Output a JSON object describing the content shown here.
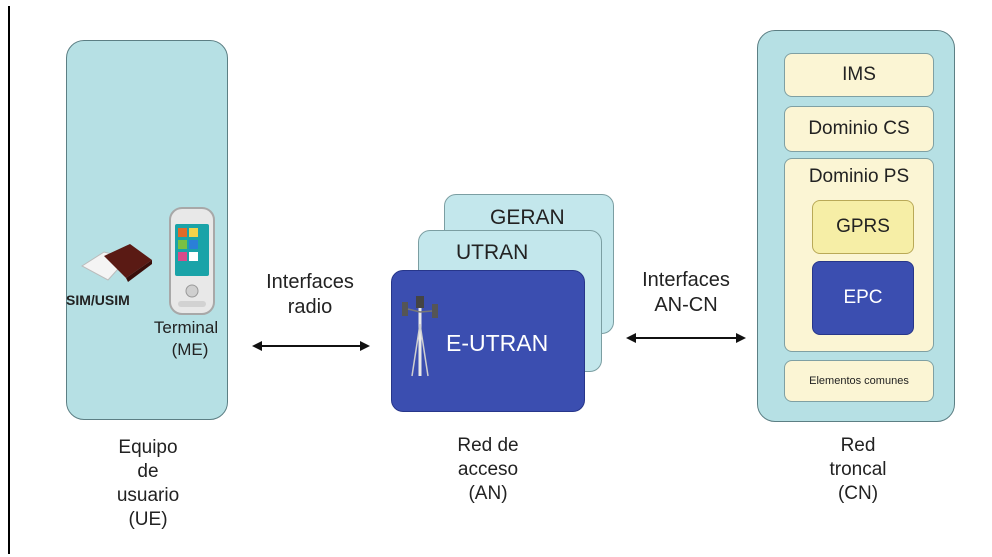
{
  "ue": {
    "sim_label": "SIM/USIM",
    "terminal_label": "Terminal",
    "me_label": "(ME)",
    "caption": [
      "Equipo",
      "de",
      "usuario",
      "(UE)"
    ]
  },
  "radio_interface": {
    "label": [
      "Interfaces",
      "radio"
    ]
  },
  "an": {
    "networks": [
      "GERAN",
      "UTRAN",
      "E-UTRAN"
    ],
    "caption": [
      "Red de",
      "acceso",
      "(AN)"
    ]
  },
  "ancn_interface": {
    "label": [
      "Interfaces",
      "AN-CN"
    ]
  },
  "cn": {
    "ims": "IMS",
    "cs_domain": "Dominio CS",
    "ps_domain": "Dominio PS",
    "gprs": "GPRS",
    "epc": "EPC",
    "common": "Elementos comunes",
    "caption": [
      "Red",
      "troncal",
      "(CN)"
    ]
  },
  "colors": {
    "panel": "#b6e0e4",
    "eutran": "#3b4eb0",
    "cn_box": "#fbf5d4",
    "gprs": "#f6eea6"
  }
}
